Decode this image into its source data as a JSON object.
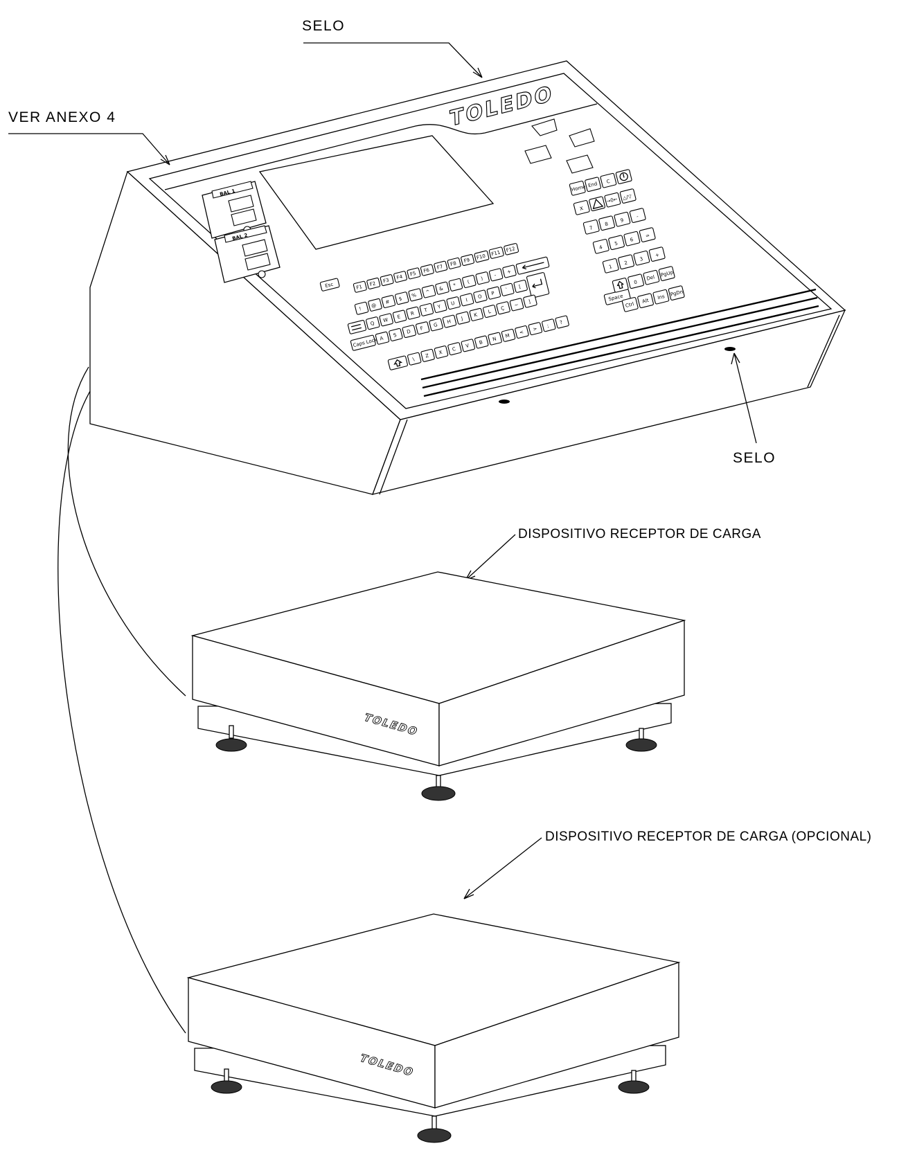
{
  "labels": {
    "selo_top": "SELO",
    "ver_anexo": "VER ANEXO 4",
    "selo_right": "SELO",
    "receptor": "DISPOSITIVO RECEPTOR DE CARGA",
    "receptor_opcional": "DISPOSITIVO RECEPTOR DE CARGA (OPCIONAL)"
  },
  "brand": {
    "terminal": "TOLEDO",
    "platform_1": "TOLEDO",
    "platform_2": "TOLEDO"
  },
  "status_panels": [
    {
      "header": "BAL 1"
    },
    {
      "header": "BAL 2"
    }
  ],
  "function_keys": [
    "F1",
    "F2",
    "F3",
    "F4",
    "F5",
    "F6",
    "F7",
    "F8",
    "F9",
    "F10",
    "F11",
    "F12"
  ],
  "keyboard_rows": [
    [
      "Esc"
    ],
    [
      "!",
      "@",
      "#",
      "$",
      "%",
      "^",
      "&",
      "*",
      "(",
      ")",
      "-",
      "+",
      "Back"
    ],
    [
      "Tab",
      "Q",
      "W",
      "E",
      "R",
      "T",
      "Y",
      "U",
      "I",
      "O",
      "P",
      "`",
      "[",
      "Enter"
    ],
    [
      "Caps Lock",
      "A",
      "S",
      "D",
      "F",
      "G",
      "H",
      "J",
      "K",
      "L",
      "Ç",
      "~",
      "]"
    ],
    [
      "Shift",
      "\\",
      "Z",
      "X",
      "C",
      "V",
      "B",
      "N",
      "M",
      "<",
      ">",
      ";",
      "?",
      "Space"
    ]
  ],
  "numpad_rows": [
    [
      "Home",
      "End",
      "C",
      "I/O"
    ],
    [
      "X",
      "Up",
      "→0←",
      "△/▽"
    ],
    [
      "7",
      "8",
      "9",
      "-"
    ],
    [
      "4",
      "5",
      "6",
      "="
    ],
    [
      "1",
      "2",
      "3",
      "+"
    ],
    [
      "Shift",
      "0",
      "Del",
      "PgUp"
    ],
    [
      "Ctrl",
      "Alt",
      "Ins",
      "PgDn"
    ]
  ]
}
